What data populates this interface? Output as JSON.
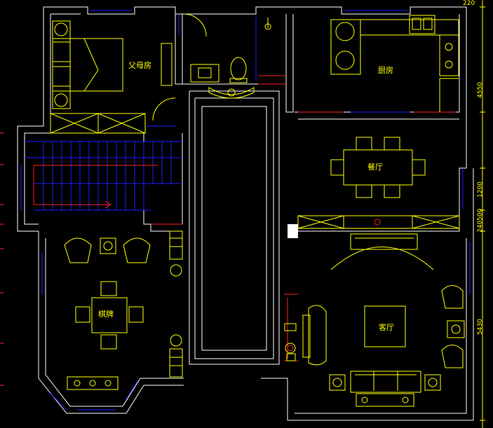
{
  "rooms": {
    "parents_bedroom": "父母房",
    "kitchen": "厨房",
    "dining": "餐厅",
    "chess_room": "棋牌",
    "living_room": "客厅"
  },
  "dimensions": {
    "top_right": "220",
    "right_1": "4550",
    "right_2": "1200",
    "right_3": "240",
    "right_4": "500",
    "right_5": "5430"
  },
  "colors": {
    "background": "#000000",
    "walls": "#ffffff",
    "furniture": "#ffff00",
    "windows": "#1e1eff",
    "markers": "#ff2020"
  }
}
